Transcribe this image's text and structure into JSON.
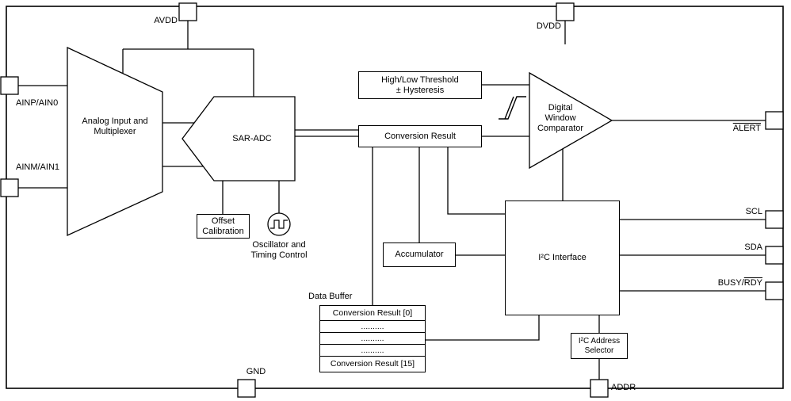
{
  "colors": {
    "line": "#000000",
    "background": "#ffffff"
  },
  "icons": {
    "oscillator_waveform": "square-wave",
    "hysteresis_symbol": "schmitt-step"
  },
  "pins": {
    "avdd": "AVDD",
    "dvdd": "DVDD",
    "gnd": "GND",
    "addr": "ADDR",
    "ainp": "AINP/AIN0",
    "ainm": "AINM/AIN1",
    "alert": "ALERT",
    "scl": "SCL",
    "sda": "SDA",
    "busy_prefix": "BUSY/",
    "rdy": "RDY"
  },
  "blocks": {
    "mux_line1": "Analog Input and",
    "mux_line2": "Multiplexer",
    "adc": "SAR-ADC",
    "offset_line1": "Offset",
    "offset_line2": "Calibration",
    "osc_line1": "Oscillator and",
    "osc_line2": "Timing Control",
    "threshold_line1": "High/Low Threshold",
    "threshold_line2": "± Hysteresis",
    "conversion_result": "Conversion Result",
    "comparator_line1": "Digital",
    "comparator_line2": "Window",
    "comparator_line3": "Comparator",
    "accumulator": "Accumulator",
    "i2c_interface": "I²C Interface",
    "addr_selector_line1": "I²C Address",
    "addr_selector_line2": "Selector"
  },
  "data_buffer": {
    "label": "Data Buffer",
    "rows": [
      "Conversion Result [0]",
      "..........",
      "..........",
      "..........",
      "Conversion Result [15]"
    ]
  }
}
